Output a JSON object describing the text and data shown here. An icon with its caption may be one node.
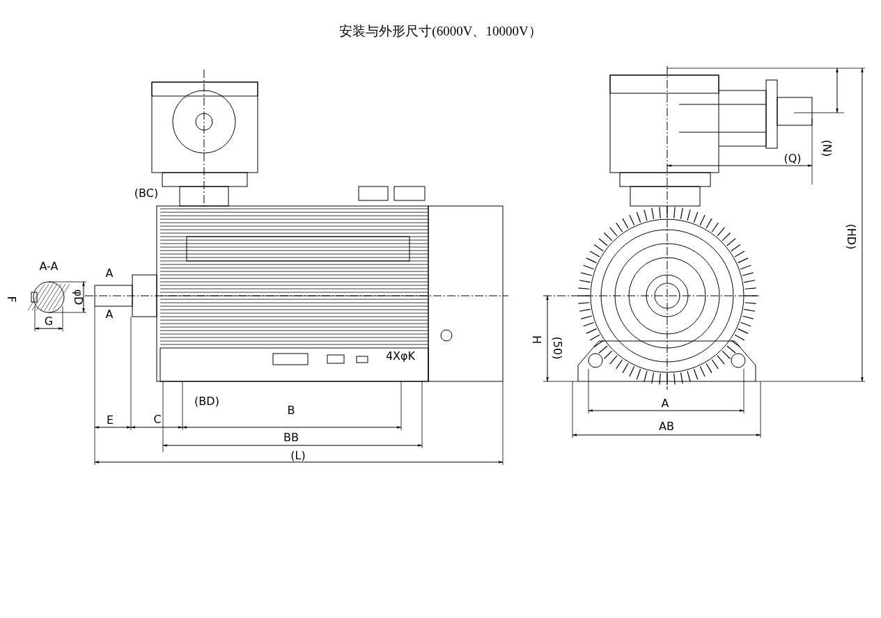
{
  "diagram": {
    "title": "安装与外形尺寸(6000V、10000V）",
    "labels": [
      "A-A",
      "A",
      "F",
      "φD",
      "G",
      "A",
      "(BC)",
      "4XφK",
      "(BD)",
      "E",
      "C",
      "B",
      "BB",
      "(L)",
      "(Q)",
      "(N)",
      "(HD)",
      "H",
      "(50)",
      "A",
      "AB"
    ]
  }
}
